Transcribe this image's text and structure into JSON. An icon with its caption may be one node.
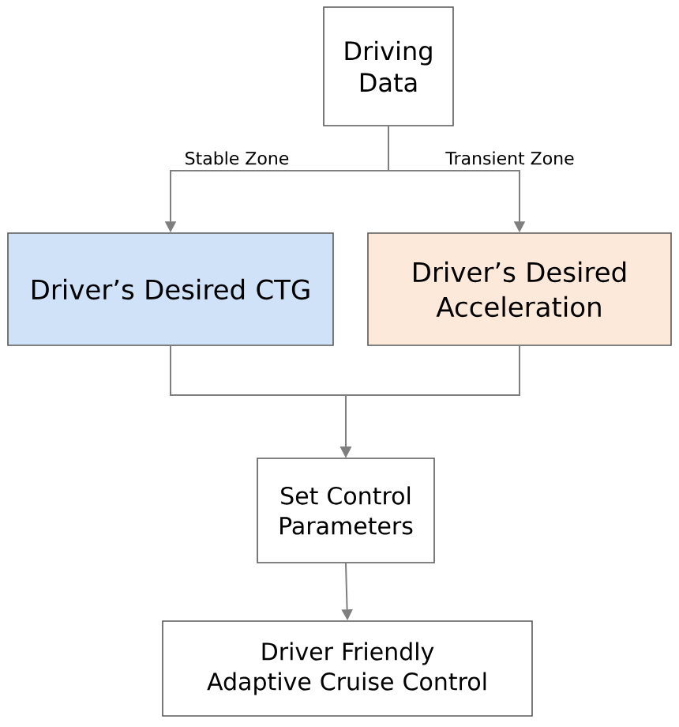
{
  "diagram": {
    "nodes": [
      {
        "text": [
          "Driving Data"
        ]
      },
      {
        "text": [
          "Driver’s Desired CTG"
        ]
      },
      {
        "text": [
          "Driver’s Desired Acceleration"
        ]
      },
      {
        "text": [
          "Set Control Parameters"
        ]
      },
      {
        "text": [
          "Driver Friendly Adaptive Cruise Control"
        ]
      }
    ],
    "edges": [
      {
        "from": 0,
        "to": 1,
        "arrow": "to",
        "label": "Stable Zone"
      },
      {
        "from": 0,
        "to": 2,
        "arrow": "to",
        "label": "Transient Zone"
      },
      {
        "from": 1,
        "to": 3,
        "arrow": "to"
      },
      {
        "from": 2,
        "to": 3,
        "arrow": "to"
      },
      {
        "from": 3,
        "to": 4,
        "arrow": "to"
      }
    ]
  }
}
